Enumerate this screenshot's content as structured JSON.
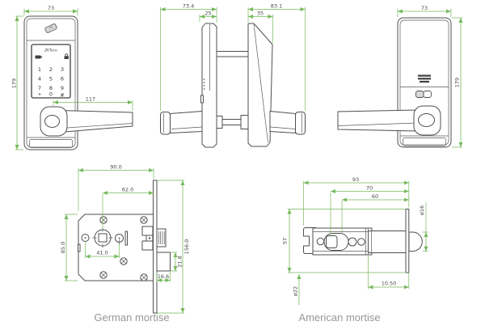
{
  "palette": {
    "background": "#ffffff",
    "outline": "#4f4f4f",
    "dimension_green": "#76b95c",
    "dimension_text": "#4a4a4a",
    "label_gray": "#979797"
  },
  "front_view": {
    "dim_width": "73",
    "dim_height": "179",
    "dim_handle_length": "117",
    "keypad": {
      "logo": "ZKTeco",
      "keys": [
        [
          "1",
          "2",
          "3"
        ],
        [
          "4",
          "5",
          "6"
        ],
        [
          "7",
          "8",
          "9"
        ],
        [
          "*",
          "0",
          "#"
        ]
      ]
    }
  },
  "side_view": {
    "dim_outer_depth": "73.4",
    "dim_body_depth": "25",
    "dim_inner_depth": "83.1",
    "dim_inner_body_depth": "35"
  },
  "back_view": {
    "dim_width": "73",
    "dim_height": "179"
  },
  "german_mortise": {
    "label": "German mortise",
    "dim_case_width": "90.0",
    "dim_backset": "62.0",
    "dim_case_height": "85.0",
    "dim_faceplate_height": "156.0",
    "dim_hole_distance": "41.0",
    "dim_deadbolt_height": "21.8",
    "dim_deadbolt_throw": "16.6"
  },
  "american_mortise": {
    "label": "American mortise",
    "dim_overall_length": "93",
    "dim_length_70": "70",
    "dim_length_60": "60",
    "dim_faceplate_height": "57",
    "dim_bolt_diameter": "ø16",
    "dim_tube_diameter": "ø22",
    "dim_offset": "10.50"
  }
}
